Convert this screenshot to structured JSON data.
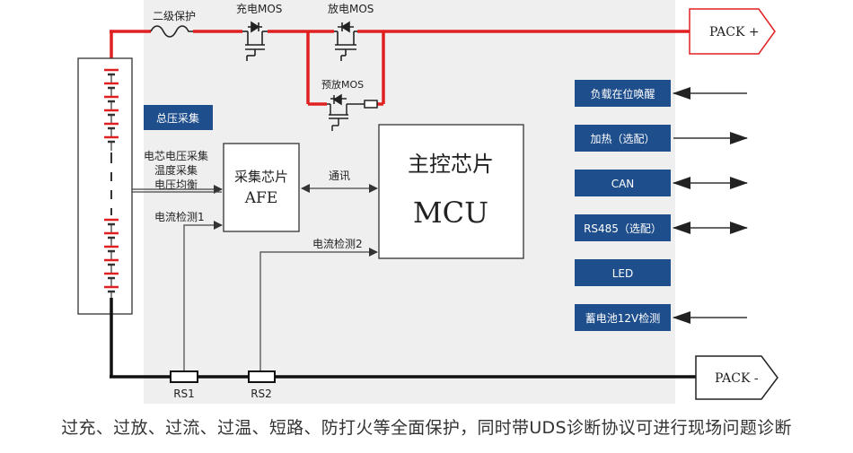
{
  "labels": {
    "secondary_protection": "二级保护",
    "charge_mos": "充电MOS",
    "discharge_mos": "放电MOS",
    "precharge_mos": "预放MOS",
    "pack_plus": "PACK +",
    "pack_minus": "PACK -",
    "total_voltage": "总压采集",
    "cell_sampling": [
      "电芯电压采集",
      "温度采集",
      "电压均衡"
    ],
    "current_detect_1": "电流检测1",
    "current_detect_2": "电流检测2",
    "afe_title": "采集芯片",
    "afe_name": "AFE",
    "comm": "通讯",
    "mcu_title": "主控芯片",
    "mcu_name": "MCU",
    "rs1": "RS1",
    "rs2": "RS2"
  },
  "interfaces": [
    {
      "label": "负载在位唤醒",
      "arrow": "in"
    },
    {
      "label": "加热（选配）",
      "arrow": "out"
    },
    {
      "label": "CAN",
      "arrow": "both"
    },
    {
      "label": "RS485（选配）",
      "arrow": "both"
    },
    {
      "label": "LED",
      "arrow": "none"
    },
    {
      "label": "蓄电池12V检测",
      "arrow": "in"
    }
  ],
  "caption": "过充、过放、过流、过温、短路、防打火等全面保护，同时带UDS诊断协议可进行现场问题诊断",
  "colors": {
    "power_line": "#e02020",
    "ground_line": "#111111",
    "panel_bg": "#efefef",
    "interface_box": "#1f4e8c",
    "interface_text": "#ffffff"
  }
}
